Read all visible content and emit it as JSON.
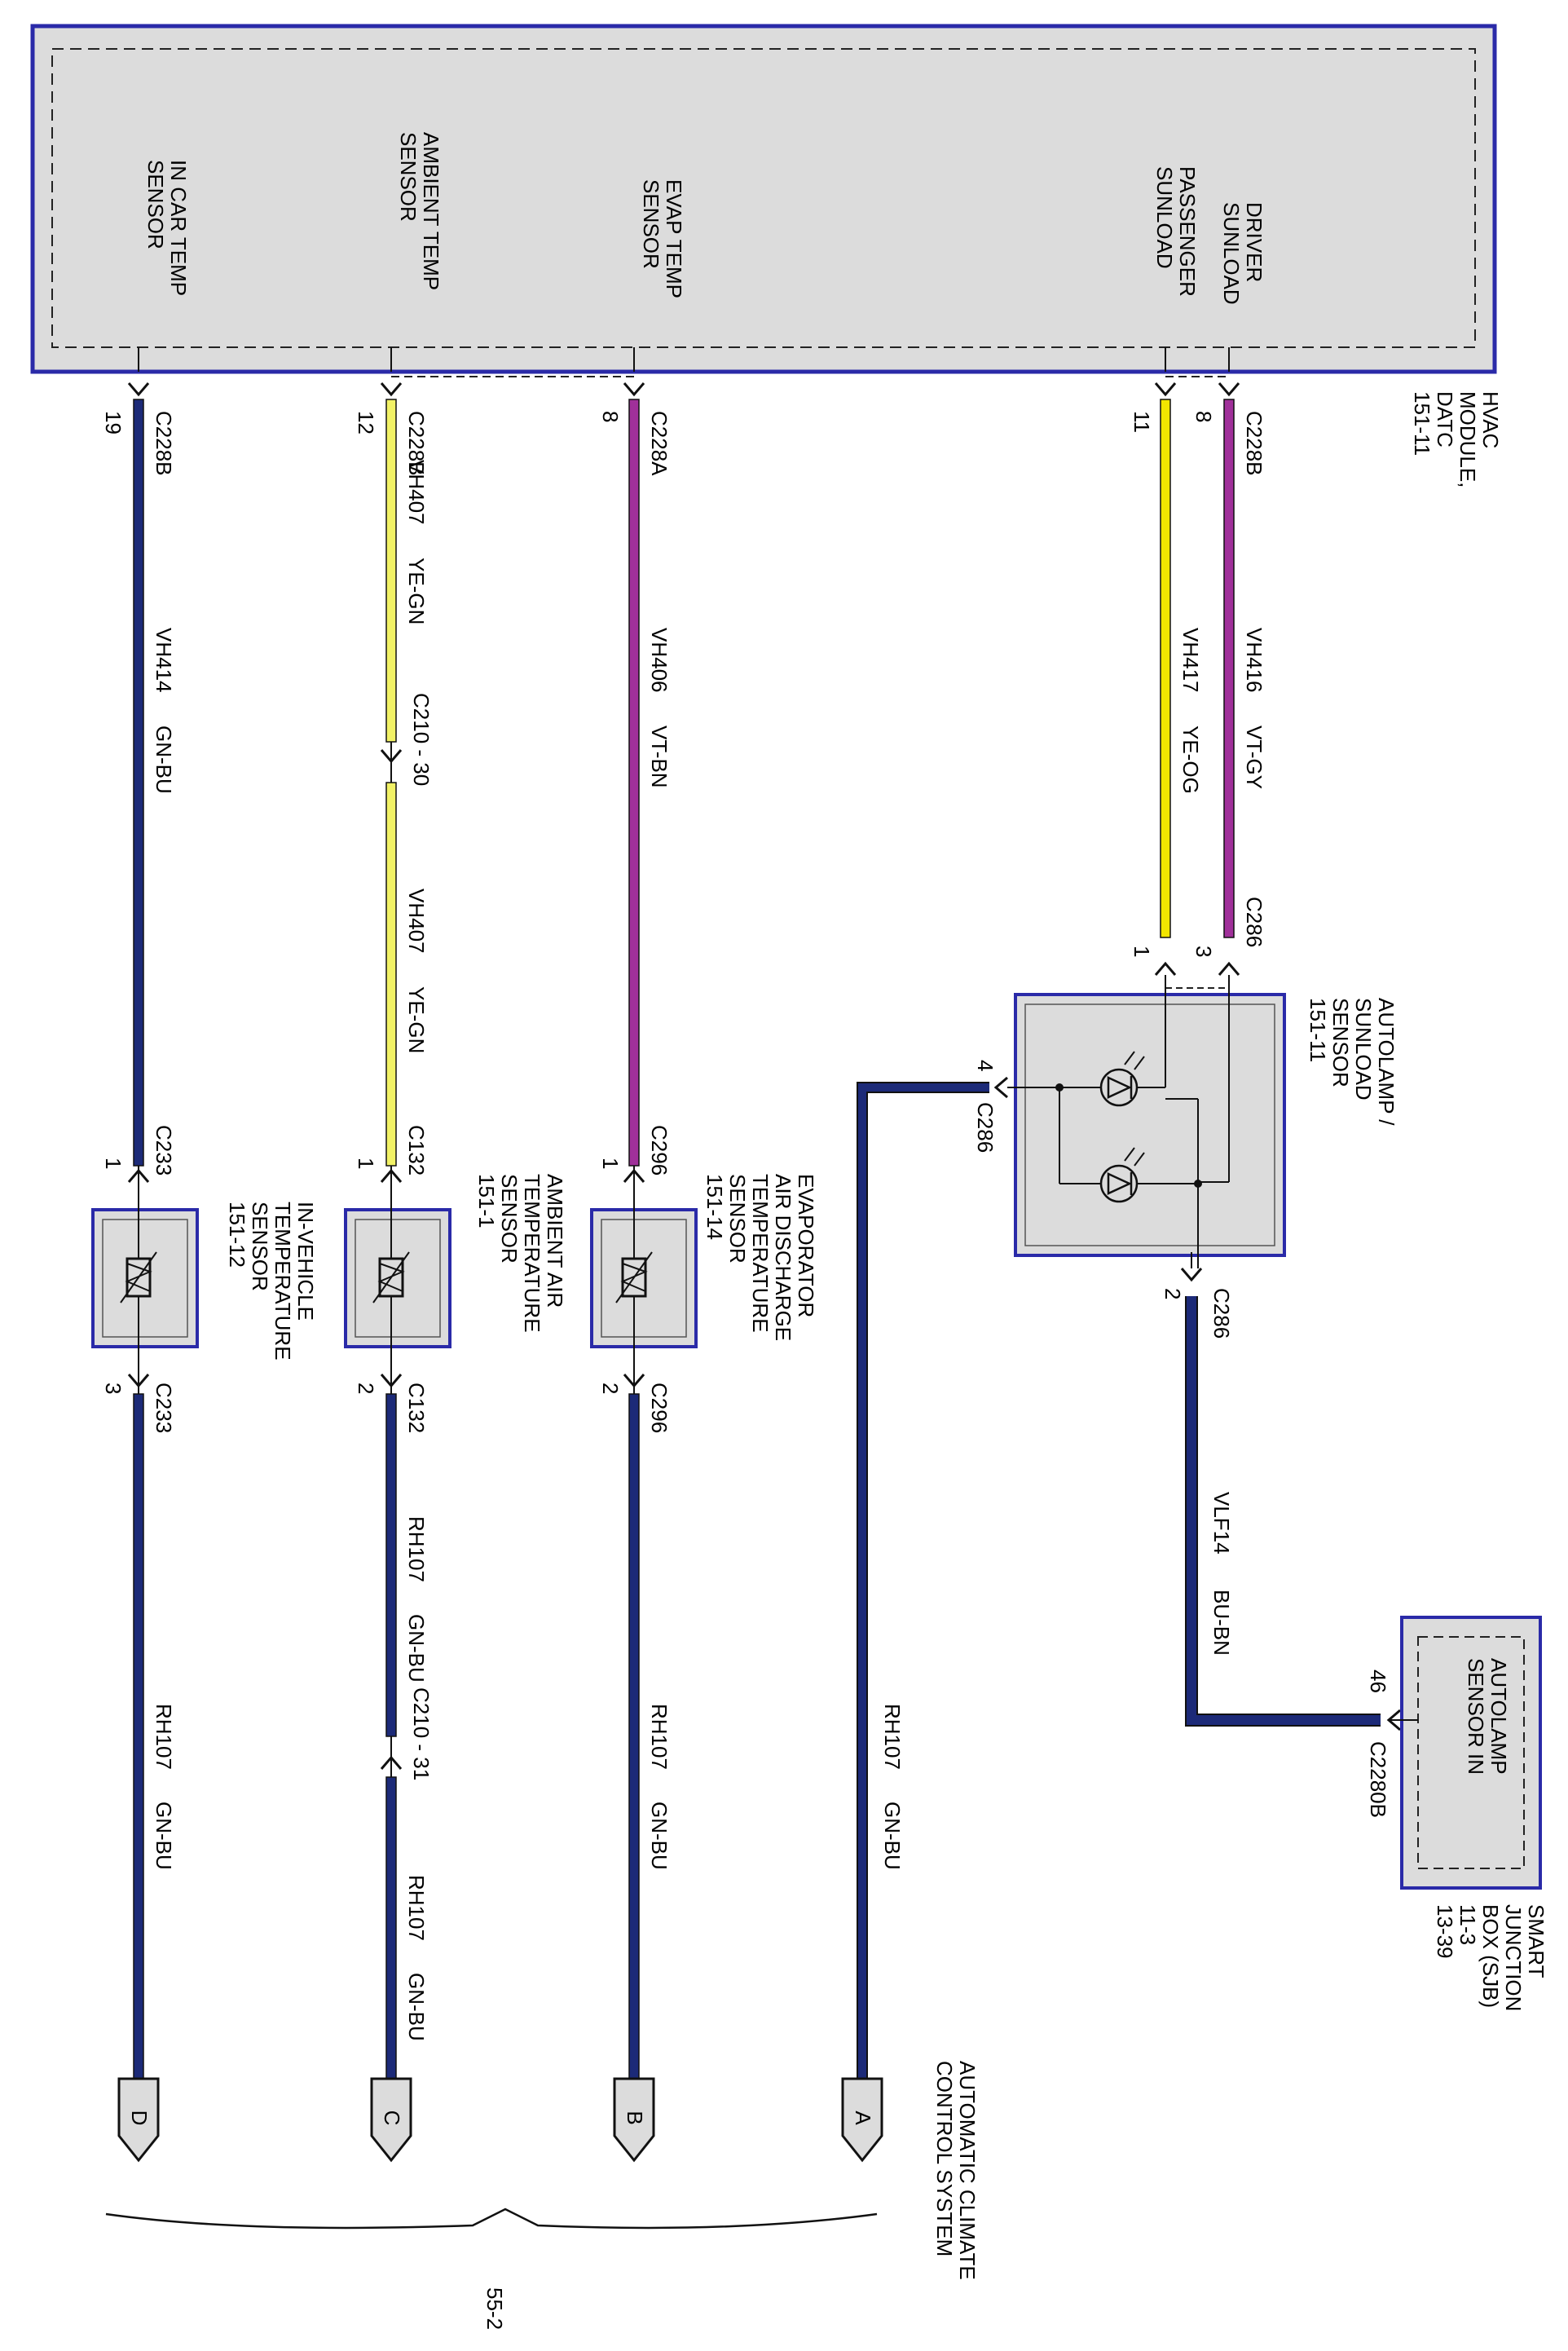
{
  "colors": {
    "module_border": "#2a2aa8",
    "module_fill": "#dcdcdc",
    "wire_outline": "#111111",
    "GN-BU": "#1c2a78",
    "BU-BN": "#1c2a78",
    "VT-GY": "#a0309a",
    "VT-BN": "#a0309a",
    "YE-OG": "#f2e600",
    "YE-GN": "#f2f266"
  },
  "hvac_module": {
    "labels": [
      "HVAC",
      "MODULE,",
      "DATC",
      "151-11"
    ],
    "pins": {
      "in_car": [
        "IN CAR TEMP",
        "SENSOR"
      ],
      "ambient": [
        "AMBIENT TEMP",
        "SENSOR"
      ],
      "evap": [
        "EVAP TEMP",
        "SENSOR"
      ],
      "passenger": [
        "PASSENGER",
        "SUNLOAD"
      ],
      "driver": [
        "DRIVER",
        "SUNLOAD"
      ]
    }
  },
  "connectors": {
    "c228b_19": {
      "name": "C228B",
      "pin": "19"
    },
    "c228b_12": {
      "name": "C228B",
      "pin": "12"
    },
    "c228a_8": {
      "name": "C228A",
      "pin": "8"
    },
    "c228b_11": {
      "name": "C228B",
      "pin": "11"
    },
    "c228b_8": {
      "name": "C228B",
      "pin": "8"
    },
    "c286_3": {
      "name": "C286",
      "pin": "3"
    },
    "c286_1": {
      "name": "C286",
      "pin": "1"
    },
    "c286_4": {
      "name": "C286",
      "pin": "4"
    },
    "c286_2": {
      "name": "C286",
      "pin": "2"
    },
    "c2280b_46": {
      "name": "C2280B",
      "pin": "46"
    },
    "c233_1": {
      "name": "C233",
      "pin": "1"
    },
    "c233_3": {
      "name": "C233",
      "pin": "3"
    },
    "c132_1": {
      "name": "C132",
      "pin": "1"
    },
    "c132_2": {
      "name": "C132",
      "pin": "2"
    },
    "c296_1": {
      "name": "C296",
      "pin": "1"
    },
    "c296_2": {
      "name": "C296",
      "pin": "2"
    },
    "c210_30": {
      "name": "C210 - 30"
    },
    "c210_31": {
      "name": "C210 - 31"
    }
  },
  "wires": {
    "vh414": {
      "circuit": "VH414",
      "color": "GN-BU"
    },
    "vh407_a": {
      "circuit": "VH407",
      "color": "YE-GN"
    },
    "vh407_b": {
      "circuit": "VH407",
      "color": "YE-GN"
    },
    "vh406": {
      "circuit": "VH406",
      "color": "VT-BN"
    },
    "vh417": {
      "circuit": "VH417",
      "color": "YE-OG"
    },
    "vh416": {
      "circuit": "VH416",
      "color": "VT-GY"
    },
    "vlf14": {
      "circuit": "VLF14",
      "color": "BU-BN"
    },
    "rh107_a": {
      "circuit": "RH107",
      "color": "GN-BU"
    },
    "rh107_b": {
      "circuit": "RH107",
      "color": "GN-BU"
    },
    "rh107_c1": {
      "circuit": "RH107",
      "color": "GN-BU"
    },
    "rh107_c2": {
      "circuit": "RH107",
      "color": "GN-BU"
    },
    "rh107_d": {
      "circuit": "RH107",
      "color": "GN-BU"
    }
  },
  "components": {
    "autolamp": [
      "AUTOLAMP /",
      "SUNLOAD",
      "SENSOR",
      "151-11"
    ],
    "sjb": [
      "SMART",
      "JUNCTION",
      "BOX (SJB)",
      "11-3",
      "13-39"
    ],
    "sjb_pin": [
      "AUTOLAMP",
      "SENSOR IN"
    ],
    "evap_sensor": [
      "EVAPORATOR",
      "AIR DISCHARGE",
      "TEMPERATURE",
      "SENSOR",
      "151-14"
    ],
    "ambient_sensor": [
      "AMBIENT AIR",
      "TEMPERATURE",
      "SENSOR",
      "151-1"
    ],
    "invehicle_sensor": [
      "IN-VEHICLE",
      "TEMPERATURE",
      "SENSOR",
      "151-12"
    ]
  },
  "terminals": {
    "A": "A",
    "B": "B",
    "C": "C",
    "D": "D"
  },
  "system_label": [
    "AUTOMATIC CLIMATE",
    "CONTROL SYSTEM"
  ],
  "page_ref": "55-2"
}
